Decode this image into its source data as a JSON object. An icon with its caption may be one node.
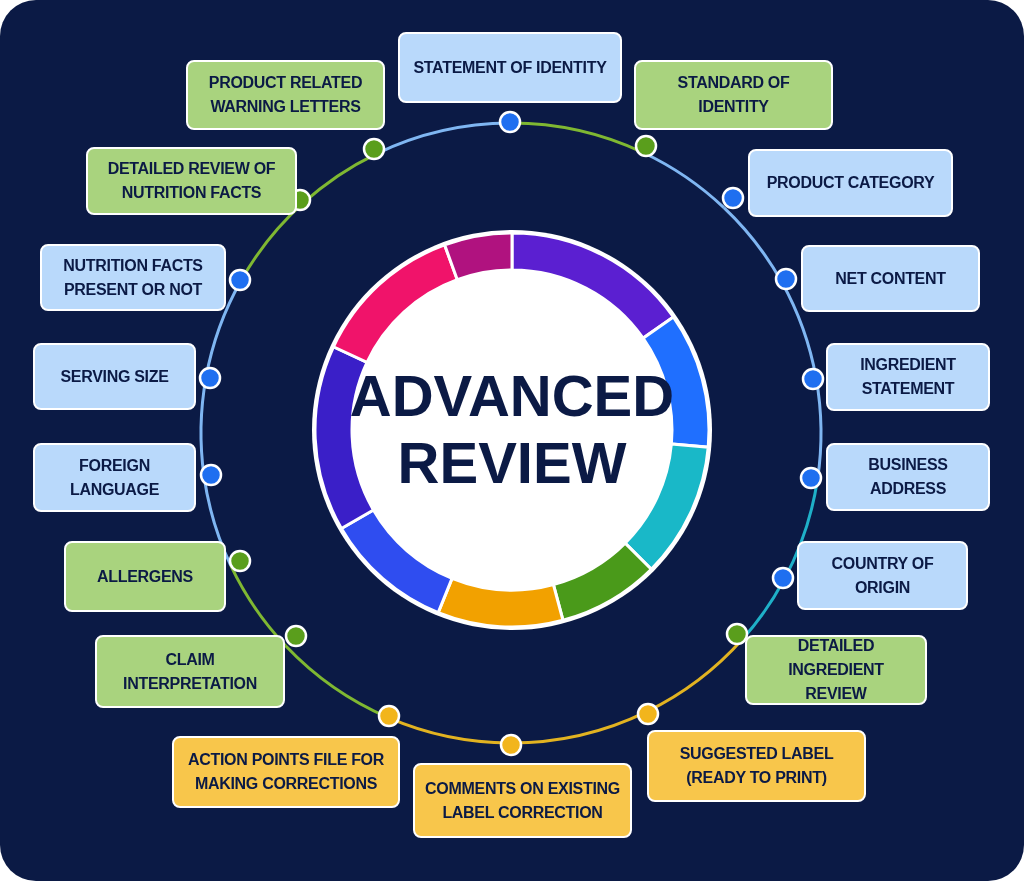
{
  "diagram": {
    "nodes": [
      {
        "text": [
          "ADVANCED REVIEW"
        ]
      },
      {
        "text": [
          "STATEMENT OF IDENTITY"
        ]
      },
      {
        "text": [
          "STANDARD OF IDENTITY"
        ]
      },
      {
        "text": [
          "PRODUCT CATEGORY"
        ]
      },
      {
        "text": [
          "NET CONTENT"
        ]
      },
      {
        "text": [
          "INGREDIENT STATEMENT"
        ]
      },
      {
        "text": [
          "BUSINESS ADDRESS"
        ]
      },
      {
        "text": [
          "COUNTRY OF ORIGIN"
        ]
      },
      {
        "text": [
          "DETAILED INGREDIENT REVIEW"
        ]
      },
      {
        "text": [
          "SUGGESTED LABEL (READY TO PRINT)"
        ]
      },
      {
        "text": [
          "COMMENTS ON EXISTING LABEL CORRECTION"
        ]
      },
      {
        "text": [
          "ACTION POINTS FILE FOR MAKING CORRECTIONS"
        ]
      },
      {
        "text": [
          "CLAIM INTERPRETATION"
        ]
      },
      {
        "text": [
          "ALLERGENS"
        ]
      },
      {
        "text": [
          "FOREIGN LANGUAGE"
        ]
      },
      {
        "text": [
          "SERVING SIZE"
        ]
      },
      {
        "text": [
          "NUTRITION FACTS PRESENT OR NOT"
        ]
      },
      {
        "text": [
          "DETAILED REVIEW OF NUTRITION FACTS"
        ]
      },
      {
        "text": [
          "PRODUCT RELATED WARNING LETTERS"
        ]
      }
    ]
  }
}
